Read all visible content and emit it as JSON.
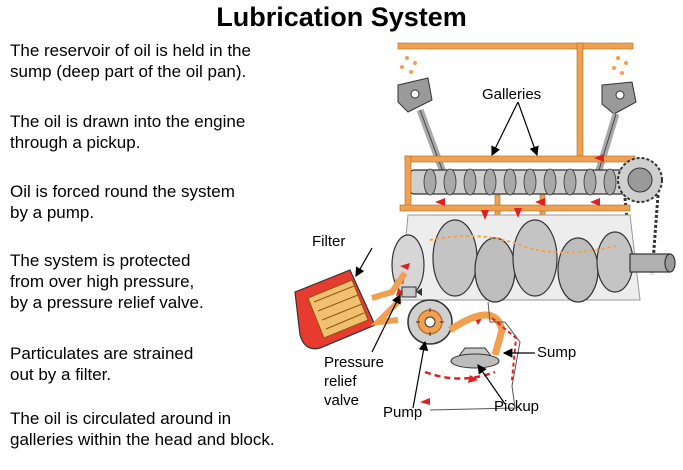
{
  "title": "Lubrication System",
  "paragraphs": [
    [
      "The reservoir of oil is held in the",
      "sump (deep part of the oil pan)."
    ],
    [
      "The oil is drawn into the engine",
      "through a pickup."
    ],
    [
      "Oil is forced round the system",
      "by a pump."
    ],
    [
      "The system is protected",
      "from over high pressure,",
      "by a pressure relief valve."
    ],
    [
      "Particulates are strained",
      "out by a filter."
    ],
    [
      "The oil is circulated around in",
      "galleries within the head and block."
    ]
  ],
  "labels": {
    "galleries": "Galleries",
    "filter": "Filter",
    "pressure_relief_valve": [
      "Pressure",
      "relief",
      "valve"
    ],
    "pump": "Pump",
    "pickup": "Pickup",
    "sump": "Sump"
  },
  "colors": {
    "oil": "#f0a050",
    "flow_arrow": "#e02020",
    "metal": "#bdbdbd",
    "metal_dark": "#7a7a7a",
    "sump_line": "#555555"
  }
}
